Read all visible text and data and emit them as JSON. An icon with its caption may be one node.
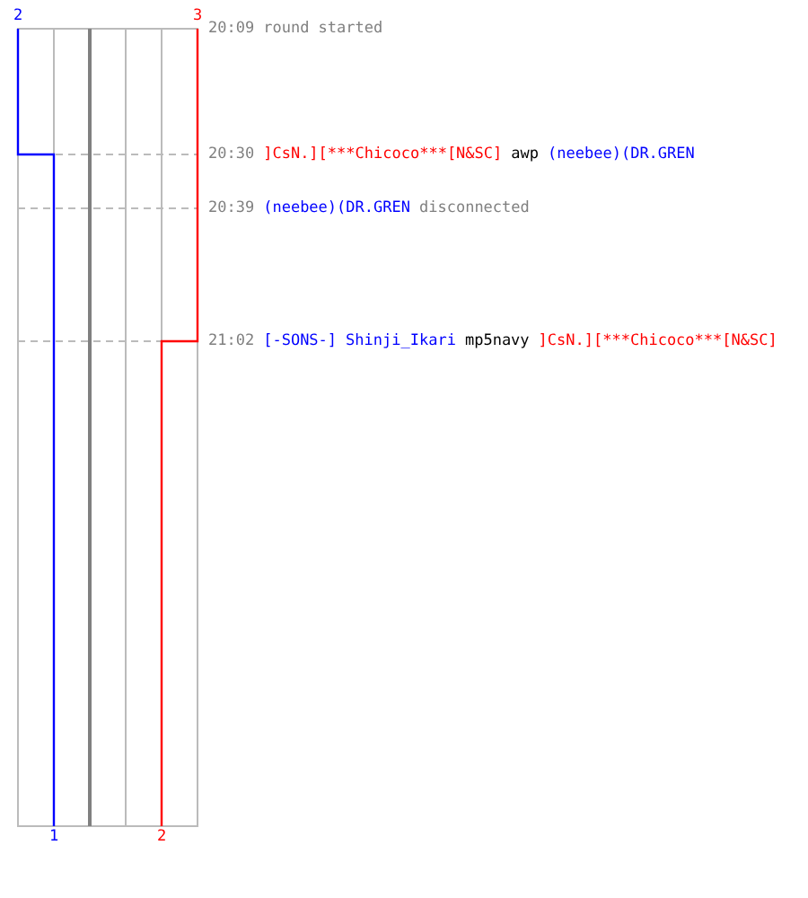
{
  "diagram": {
    "labels": [
      "2",
      "3",
      "20:09",
      "round started",
      "20:30",
      "]CsN.][***Chicoco***[N&SC]",
      "awp",
      "(neebee)(DR.GREN",
      "20:39",
      "(neebee)(DR.GREN",
      "disconnected",
      "21:02",
      "[-SONS-]",
      "Shinji_Ikari",
      "mp5navy",
      "]CsN.][***Chicoco***[N&SC]",
      "1",
      "2"
    ]
  }
}
